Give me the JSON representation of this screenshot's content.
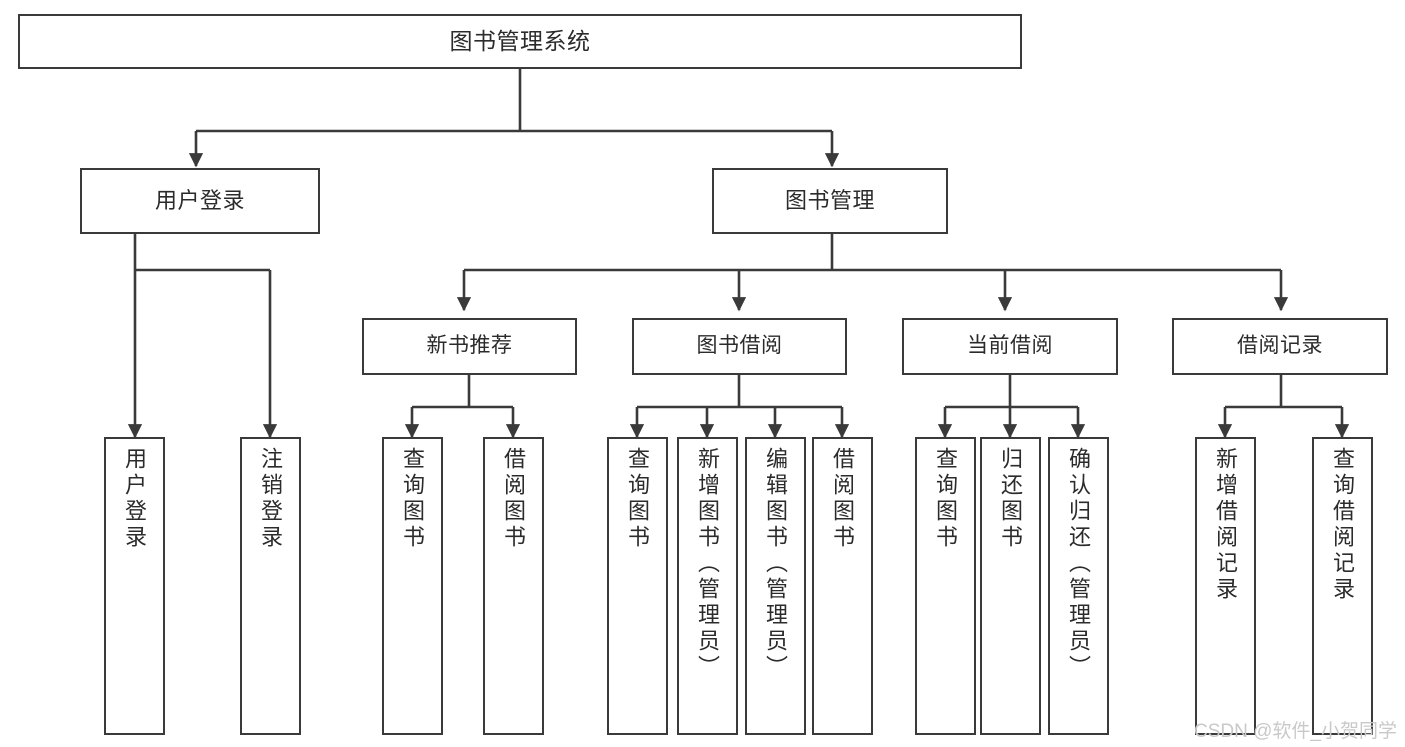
{
  "diagram": {
    "title": "图书管理系统",
    "type": "tree",
    "root": {
      "id": "root",
      "label": "图书管理系统"
    },
    "level2": [
      {
        "id": "login",
        "label": "用户登录"
      },
      {
        "id": "bookmgmt",
        "label": "图书管理"
      }
    ],
    "level3": [
      {
        "id": "newbook",
        "label": "新书推荐",
        "parent": "bookmgmt"
      },
      {
        "id": "borrow",
        "label": "图书借阅",
        "parent": "bookmgmt"
      },
      {
        "id": "current",
        "label": "当前借阅",
        "parent": "bookmgmt"
      },
      {
        "id": "record",
        "label": "借阅记录",
        "parent": "bookmgmt"
      }
    ],
    "leaves": [
      {
        "id": "leaf-login-1",
        "label": "用户登录",
        "parent": "login"
      },
      {
        "id": "leaf-login-2",
        "label": "注销登录",
        "parent": "login"
      },
      {
        "id": "leaf-newbook-1",
        "label": "查询图书",
        "parent": "newbook"
      },
      {
        "id": "leaf-newbook-2",
        "label": "借阅图书",
        "parent": "newbook"
      },
      {
        "id": "leaf-borrow-1",
        "label": "查询图书",
        "parent": "borrow"
      },
      {
        "id": "leaf-borrow-2",
        "label": "新增图书（管理员）",
        "parent": "borrow"
      },
      {
        "id": "leaf-borrow-3",
        "label": "编辑图书（管理员）",
        "parent": "borrow"
      },
      {
        "id": "leaf-borrow-4",
        "label": "借阅图书",
        "parent": "borrow"
      },
      {
        "id": "leaf-current-1",
        "label": "查询图书",
        "parent": "current"
      },
      {
        "id": "leaf-current-2",
        "label": "归还图书",
        "parent": "current"
      },
      {
        "id": "leaf-current-3",
        "label": "确认归还（管理员）",
        "parent": "current"
      },
      {
        "id": "leaf-record-1",
        "label": "新增借阅记录",
        "parent": "record"
      },
      {
        "id": "leaf-record-2",
        "label": "查询借阅记录",
        "parent": "record"
      }
    ]
  },
  "watermark": {
    "text": "CSDN @软件_小贺同学"
  },
  "colors": {
    "stroke": "#3a3a3a",
    "background": "#ffffff",
    "text": "#2b2b2b",
    "watermark": "#c9c9c9"
  }
}
